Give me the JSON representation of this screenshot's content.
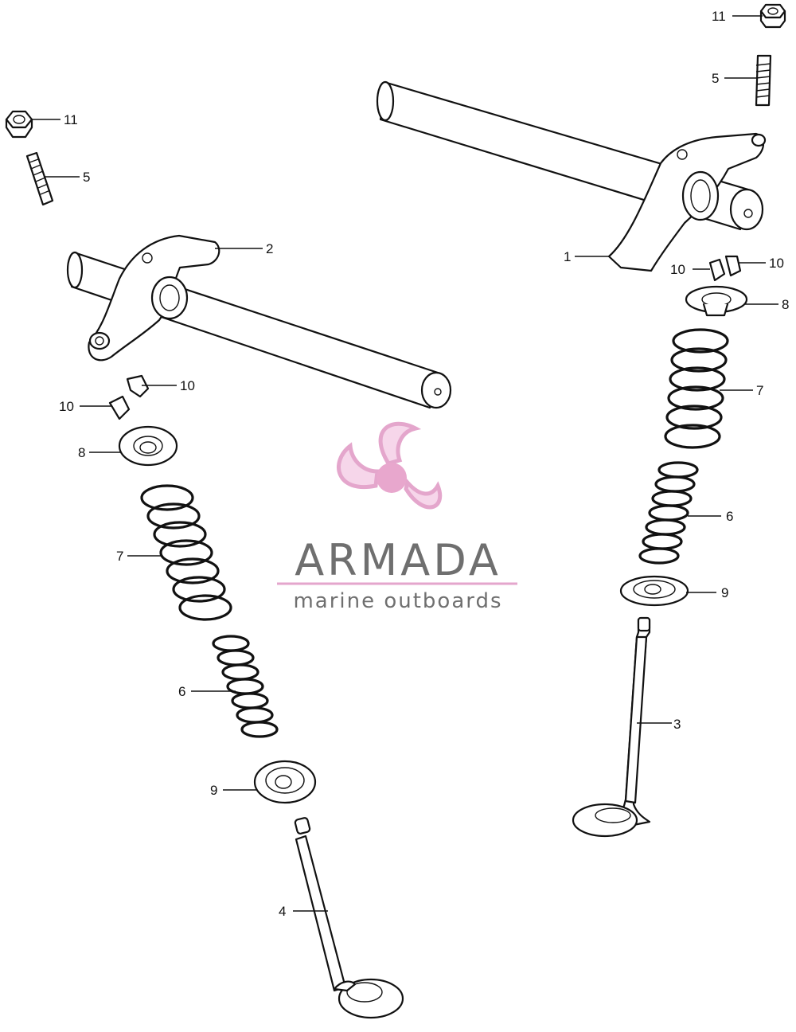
{
  "brand": {
    "name": "ARMADA",
    "tagline": "marine outboards",
    "name_color": "#6f6f6f",
    "accent_color": "#e4a6cc",
    "hub_color": "#e8a7cd"
  },
  "callouts": {
    "c1": "1",
    "c2": "2",
    "c3": "3",
    "c4": "4",
    "c5_left": "5",
    "c5_right": "5",
    "c6_left": "6",
    "c6_right": "6",
    "c7_left": "7",
    "c7_right": "7",
    "c8_left": "8",
    "c8_right": "8",
    "c9_left": "9",
    "c9_right": "9",
    "c10_left_a": "10",
    "c10_left_b": "10",
    "c10_right_a": "10",
    "c10_right_b": "10",
    "c11_left": "11",
    "c11_right": "11"
  }
}
